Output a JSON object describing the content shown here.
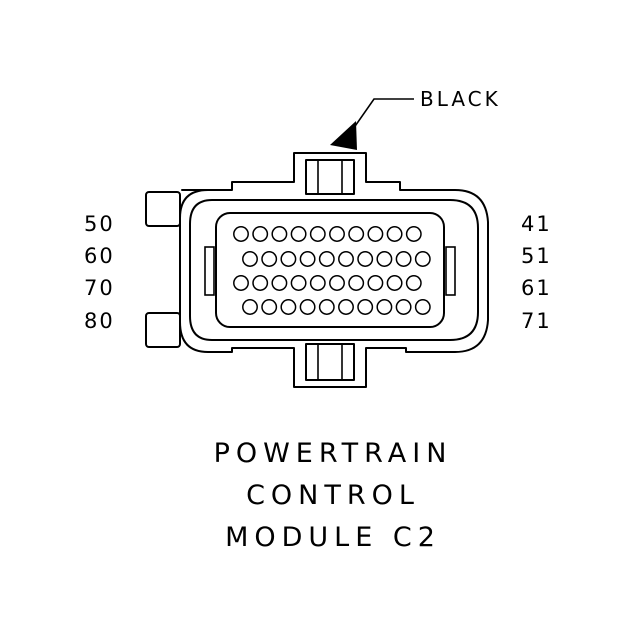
{
  "wire_color_label": "BLACK",
  "left_pin_labels": [
    "50",
    "60",
    "70",
    "80"
  ],
  "right_pin_labels": [
    "41",
    "51",
    "61",
    "71"
  ],
  "title_lines": [
    "POWERTRAIN",
    "CONTROL",
    "MODULE C2"
  ],
  "pin_rows": [
    10,
    10,
    10,
    10
  ]
}
